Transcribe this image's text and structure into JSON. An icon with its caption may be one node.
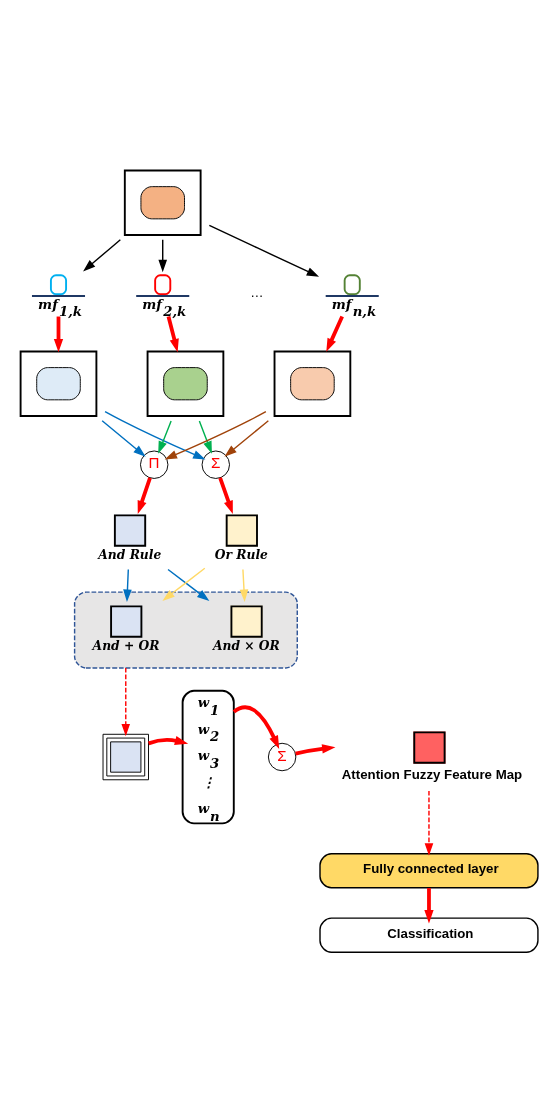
{
  "diagram": {
    "nodes": [
      {
        "text": [],
        "shape": "picture"
      },
      {
        "text": [
          "mf$_{1,k}$"
        ]
      },
      {
        "text": [
          "mf$_{2,k}$"
        ]
      },
      {
        "text": [
          "mf$_{n,k}$"
        ]
      },
      {
        "text": [],
        "shape": "picture"
      },
      {
        "text": [],
        "shape": "picture"
      },
      {
        "text": [],
        "shape": "picture"
      },
      {
        "text": [
          "Π"
        ]
      },
      {
        "text": [
          "Σ"
        ]
      },
      {
        "text": [
          "And Rule"
        ]
      },
      {
        "text": [
          "Or Rule"
        ]
      },
      {
        "text": [],
        "shape": "box"
      },
      {
        "text": [
          "And + OR"
        ],
        "in": 11
      },
      {
        "text": [
          "And × OR"
        ],
        "in": 11
      },
      {
        "text": [],
        "shape": "box"
      },
      {
        "text": [
          "w$_{1}$",
          "w$_{2}$",
          "w$_{3}$",
          "⋮",
          "w$_{n}$"
        ]
      },
      {
        "text": [
          "Σ"
        ]
      },
      {
        "text": [
          "Attention Fuzzy Feature Map"
        ]
      },
      {
        "text": [
          "Fully connected layer"
        ]
      },
      {
        "text": [
          "Classification"
        ]
      }
    ],
    "edges": [
      {
        "from": 0,
        "to": 1,
        "arrow": "to",
        "color": "#000000"
      },
      {
        "from": 0,
        "to": 2,
        "arrow": "to",
        "color": "#000000"
      },
      {
        "from": 0,
        "to": 3,
        "arrow": "to",
        "color": "#000000"
      },
      {
        "from": 1,
        "to": 4,
        "arrow": "to",
        "style": "thick",
        "color": "#ff0000"
      },
      {
        "from": 2,
        "to": 5,
        "arrow": "to",
        "style": "thick",
        "color": "#ff0000"
      },
      {
        "from": 3,
        "to": 6,
        "arrow": "to",
        "style": "thick",
        "color": "#ff0000"
      },
      {
        "from": 4,
        "to": 7,
        "arrow": "to",
        "color": "#0070c0"
      },
      {
        "from": 4,
        "to": 8,
        "arrow": "to",
        "color": "#0070c0"
      },
      {
        "from": 5,
        "to": 7,
        "arrow": "to",
        "color": "#00b050"
      },
      {
        "from": 5,
        "to": 8,
        "arrow": "to",
        "color": "#00b050"
      },
      {
        "from": 6,
        "to": 7,
        "arrow": "to",
        "color": "#a0430a"
      },
      {
        "from": 6,
        "to": 8,
        "arrow": "to",
        "color": "#a0430a"
      },
      {
        "from": 7,
        "to": 9,
        "arrow": "to",
        "style": "thick",
        "color": "#ff0000"
      },
      {
        "from": 8,
        "to": 10,
        "arrow": "to",
        "style": "thick",
        "color": "#ff0000"
      },
      {
        "from": 9,
        "to": 12,
        "arrow": "to",
        "color": "#0070c0"
      },
      {
        "from": 9,
        "to": 13,
        "arrow": "to",
        "color": "#0070c0"
      },
      {
        "from": 10,
        "to": 12,
        "arrow": "to",
        "color": "#ffd966"
      },
      {
        "from": 10,
        "to": 13,
        "arrow": "to",
        "color": "#ffd966"
      },
      {
        "from": 11,
        "to": 14,
        "arrow": "to",
        "style": "dashed",
        "color": "#ff0000"
      },
      {
        "from": 14,
        "to": 15,
        "arrow": "to",
        "style": "thick",
        "color": "#ff0000"
      },
      {
        "from": 15,
        "to": 16,
        "arrow": "to",
        "style": "thick",
        "color": "#ff0000"
      },
      {
        "from": 16,
        "to": 17,
        "arrow": "to",
        "style": "thick",
        "color": "#ff0000"
      },
      {
        "from": 17,
        "to": 18,
        "arrow": "to",
        "style": "dashed",
        "color": "#ff0000"
      },
      {
        "from": 18,
        "to": 19,
        "arrow": "to",
        "style": "thick",
        "color": "#ff0000"
      }
    ],
    "labels": [
      "…"
    ]
  }
}
